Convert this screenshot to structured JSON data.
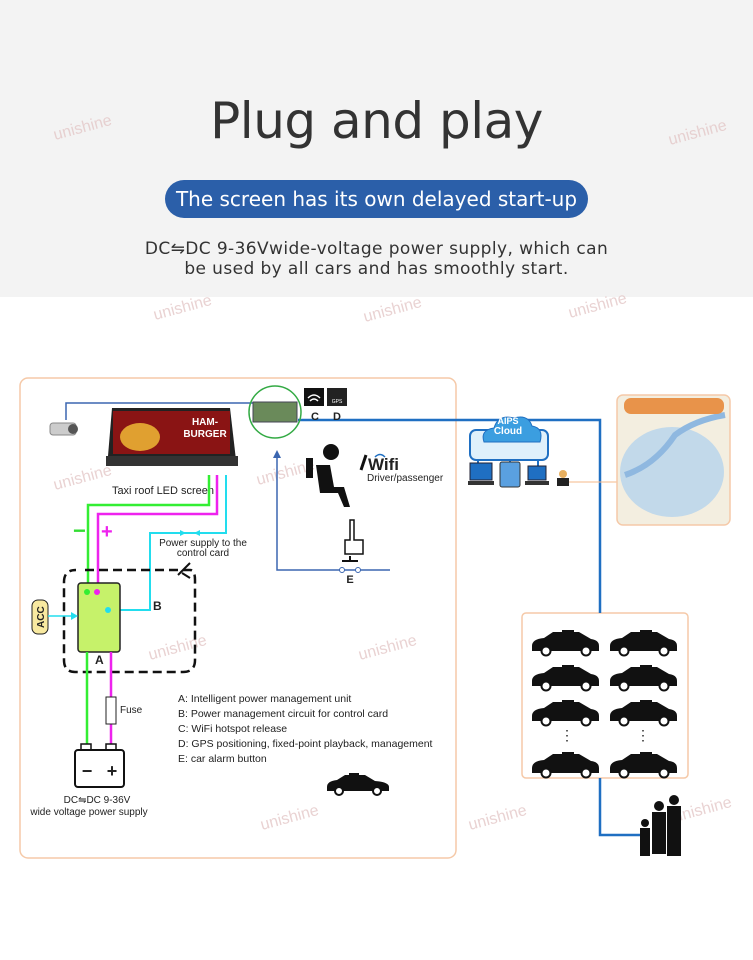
{
  "header": {
    "title": "Plug and play",
    "subtitle": "The screen has its own delayed start-up",
    "description_line1": "DC⇋DC 9-36Vwide-voltage power supply, which can",
    "description_line2": "be used by all cars and has smoothly start."
  },
  "watermark": "unishine",
  "diagram": {
    "led_screen_label": "Taxi roof LED screen",
    "screen_ad_line1": "HAM-",
    "screen_ad_line2": "BURGER",
    "minus_label": "−",
    "plus_label": "+",
    "power_supply_label_line1": "Power supply to the",
    "power_supply_label_line2": "control card",
    "acc_label": "ACC",
    "unit_a": "A",
    "unit_b": "B",
    "label_c": "C",
    "label_d": "D",
    "label_e": "E",
    "gps_icon_text": "GPS",
    "fuse_label": "Fuse",
    "battery_minus": "−",
    "battery_plus": "+",
    "power_label_line1": "DC⇋DC 9-36V",
    "power_label_line2": "wide voltage power supply",
    "wifi_label": "Wifi",
    "driver_label": "Driver/passenger",
    "cloud_label_line1": "AIPS",
    "cloud_label_line2": "Cloud",
    "legend": [
      "A: Intelligent power management unit",
      "B: Power management circuit for control card",
      "C: WiFi hotspot release",
      "D: GPS positioning, fixed-point playback, management",
      "E: car alarm button"
    ],
    "ellipsis": "⋮"
  },
  "colors": {
    "accent_blue": "#2b5fa9",
    "line_blue": "#1f6fc2",
    "wire_green": "#33ee33",
    "wire_magenta": "#ee22ee",
    "wire_cyan": "#22ddee",
    "panel_border": "#f5c9a8",
    "unit_fill": "#c6f26a"
  }
}
